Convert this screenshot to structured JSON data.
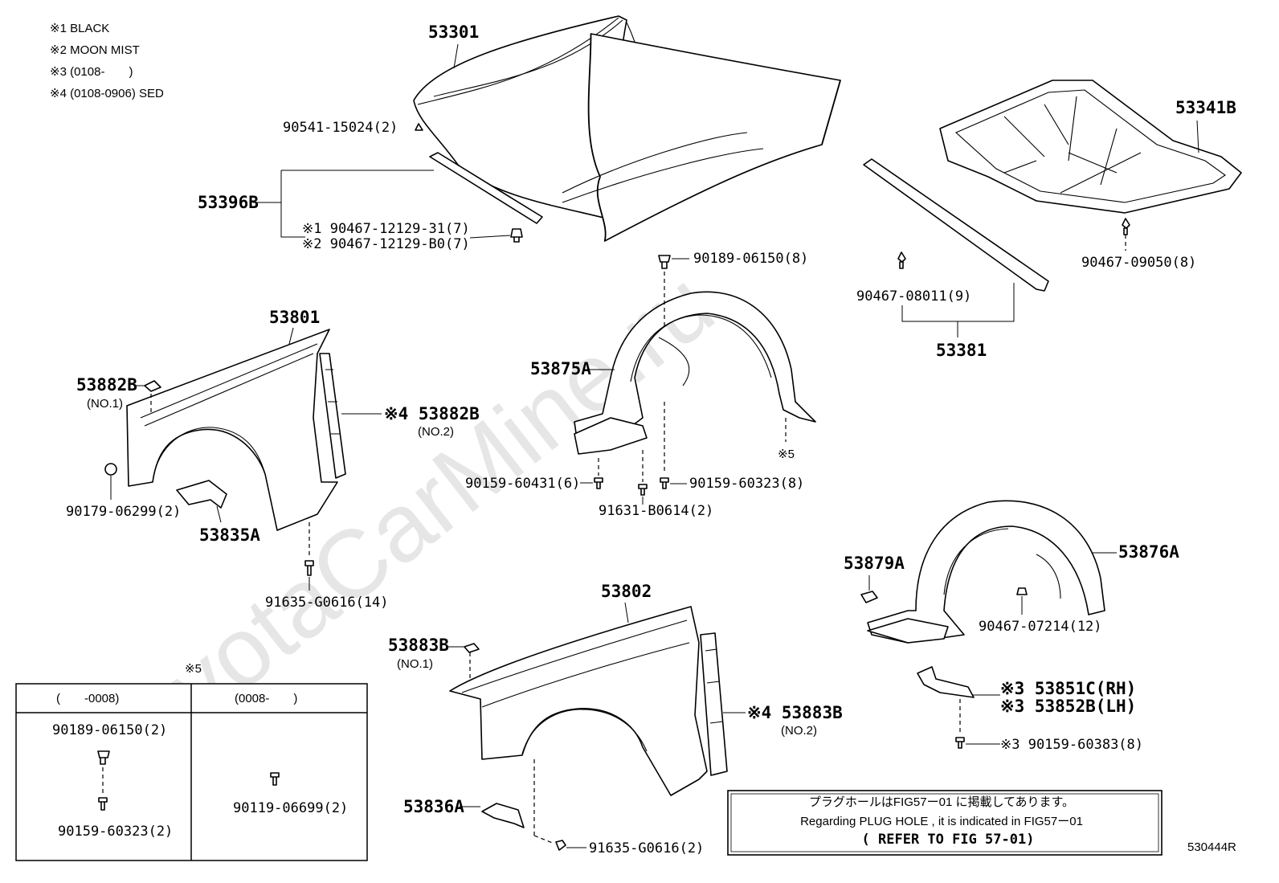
{
  "legend": [
    {
      "mark": "※1",
      "text": "BLACK"
    },
    {
      "mark": "※2",
      "text": "MOON MIST"
    },
    {
      "mark": "※3",
      "text": "(0108-　　)"
    },
    {
      "mark": "※4",
      "text": "(0108-0906) SED"
    }
  ],
  "parts": {
    "hood": "53301",
    "hood_clip": "90541-15024(2)",
    "hood_seal": "53396B",
    "seal_clip_1": "※1 90467-12129-31(7)",
    "seal_clip_2": "※2 90467-12129-B0(7)",
    "hood_insulator": "53341B",
    "insulator_clip": "90467-09050(8)",
    "front_seal_clip": "90467-08011(9)",
    "front_seal": "53381",
    "fender_rh": "53801",
    "fender_rh_seal_no1": "53882B",
    "fender_rh_seal_no1_sub": "(NO.1)",
    "fender_rh_seal_no2": "※4 53882B",
    "fender_rh_seal_no2_sub": "(NO.2)",
    "fender_rh_cushion": "90179-06299(2)",
    "fender_rh_bracket": "53835A",
    "fender_rh_bolt": "91635-G0616(14)",
    "liner_front": "53875A",
    "liner_clip_top": "90189-06150(8)",
    "liner_screw_a": "90159-60431(6)",
    "liner_screw_b": "90159-60323(8)",
    "liner_screw_c": "91631-B0614(2)",
    "liner_note": "※5",
    "fender_lh": "53802",
    "fender_lh_seal_no1": "53883B",
    "fender_lh_seal_no1_sub": "(NO.1)",
    "fender_lh_seal_no2": "※4 53883B",
    "fender_lh_seal_no2_sub": "(NO.2)",
    "fender_lh_bracket": "53836A",
    "fender_lh_bolt": "91635-G0616(2)",
    "liner_rear": "53876A",
    "liner_rear_clip": "53879A",
    "liner_rear_clip2": "90467-07214(12)",
    "mudguard_rh": "※3 53851C(RH)",
    "mudguard_lh": "※3 53852B(LH)",
    "mudguard_screw": "※3 90159-60383(8)"
  },
  "variant_table": {
    "title": "※5",
    "col1_header": "(　　-0008)",
    "col2_header": "(0008-　　)",
    "col1_top": "90189-06150(2)",
    "col1_bottom": "90159-60323(2)",
    "col2_part": "90119-06699(2)"
  },
  "notice": {
    "line1": "プラグホールはFIG57ー01 に掲載してあります。",
    "line2": "Regarding PLUG HOLE , it is indicated in FIG57ー01",
    "line3": "( REFER TO FIG 57-01)"
  },
  "figure_id": "530444R",
  "watermark": "ToyotaCarMine.ru"
}
